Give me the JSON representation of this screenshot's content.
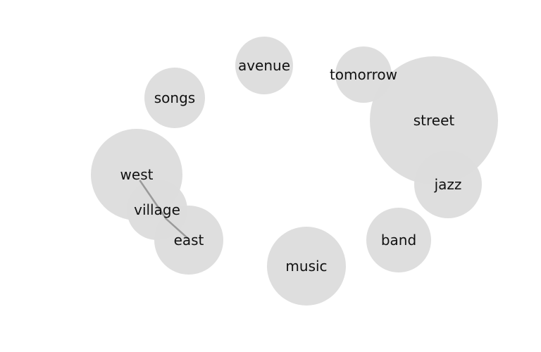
{
  "diagram": {
    "title": "",
    "bubble_color": "#dcdcdc",
    "edge_color": "#9a9a9a",
    "nodes": [
      {
        "id": "street",
        "label": "street"
      },
      {
        "id": "avenue",
        "label": "avenue"
      },
      {
        "id": "tomorrow",
        "label": "tomorrow"
      },
      {
        "id": "songs",
        "label": "songs"
      },
      {
        "id": "west",
        "label": "west"
      },
      {
        "id": "village",
        "label": "village"
      },
      {
        "id": "east",
        "label": "east"
      },
      {
        "id": "jazz",
        "label": "jazz"
      },
      {
        "id": "band",
        "label": "band"
      },
      {
        "id": "music",
        "label": "music"
      }
    ],
    "edges": [
      {
        "from": "west",
        "to": "village"
      },
      {
        "from": "village",
        "to": "east"
      }
    ]
  }
}
